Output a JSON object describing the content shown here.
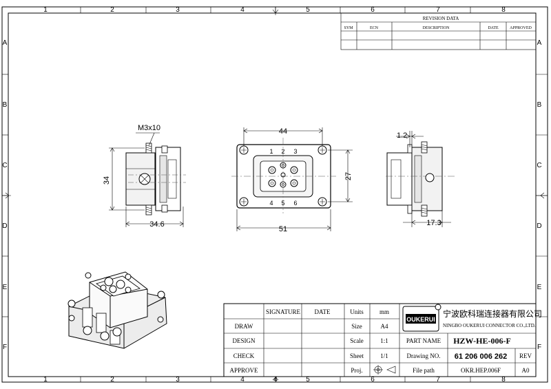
{
  "border": {
    "columns": [
      "1",
      "2",
      "3",
      "4",
      "5",
      "6",
      "7",
      "8"
    ],
    "rows": [
      "A",
      "B",
      "C",
      "D",
      "E",
      "F"
    ]
  },
  "revision": {
    "title": "REVISION    DATA",
    "headers": [
      "SYM",
      "ECN",
      "DESCRIPTION",
      "DATE",
      "APPROVED"
    ]
  },
  "dimensions": {
    "screw": "M3x10",
    "side_height": "34",
    "side_width": "34.6",
    "front_width": "44",
    "front_height": "27",
    "front_total": "51",
    "right_offset": "1.2",
    "right_width": "17.3"
  },
  "pins": {
    "top": [
      "1",
      "2",
      "3"
    ],
    "bottom": [
      "4",
      "5",
      "6"
    ]
  },
  "title_block": {
    "col_signature": "SIGNATURE",
    "col_date": "DATE",
    "rows": [
      "DRAW",
      "DESIGN",
      "CHECK",
      "APPROVE"
    ],
    "units_label": "Units",
    "units_value": "mm",
    "size_label": "Size",
    "size_value": "A4",
    "scale_label": "Scale",
    "scale_value": "1:1",
    "sheet_label": "Sheet",
    "sheet_value": "1/1",
    "proj_label": "Proj.",
    "company_cn": "宁波欧科瑞连接器有限公司",
    "company_en": "NINGBO OUKERUI CONNECTOR CO.,LTD.",
    "logo_text": "OUKERUI",
    "part_name_label": "PART NAME",
    "part_name_value": "HZW-HE-006-F",
    "drawing_no_label": "Drawing NO.",
    "drawing_no_value": "61 206 006 262",
    "rev_label": "REV",
    "file_path_label": "File path",
    "file_path_value": "OKR.HEP.006F",
    "rev_value": "A0"
  }
}
